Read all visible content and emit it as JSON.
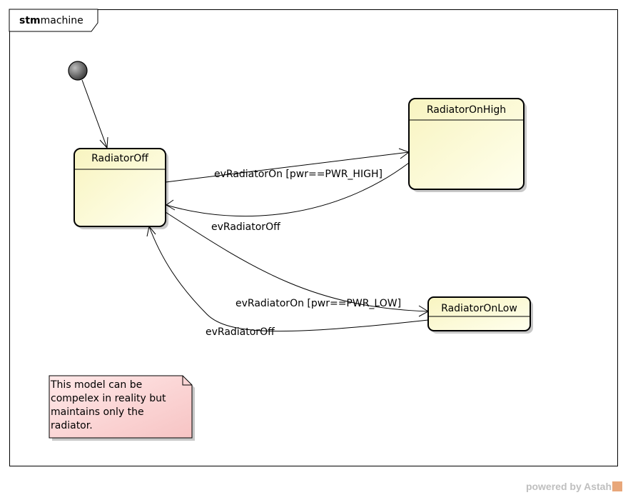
{
  "frame": {
    "kind": "stm",
    "name": "machine"
  },
  "states": {
    "off": "RadiatorOff",
    "high": "RadiatorOnHigh",
    "low": "RadiatorOnLow"
  },
  "transitions": {
    "off_to_high": "evRadiatorOn [pwr==PWR_HIGH]",
    "high_to_off": "evRadiatorOff",
    "off_to_low": "evRadiatorOn [pwr==PWR_LOW]",
    "low_to_off": "evRadiatorOff"
  },
  "note": {
    "lines": [
      "This model can be",
      "compelex in reality but",
      "maintains only the",
      "radiator."
    ]
  },
  "footer": {
    "text": "powered by Astah"
  },
  "colors": {
    "state_fill": "#fdfbd0",
    "note_fill": "#fbd7d7",
    "border": "#000000",
    "shadow": "#c8c8c8"
  }
}
